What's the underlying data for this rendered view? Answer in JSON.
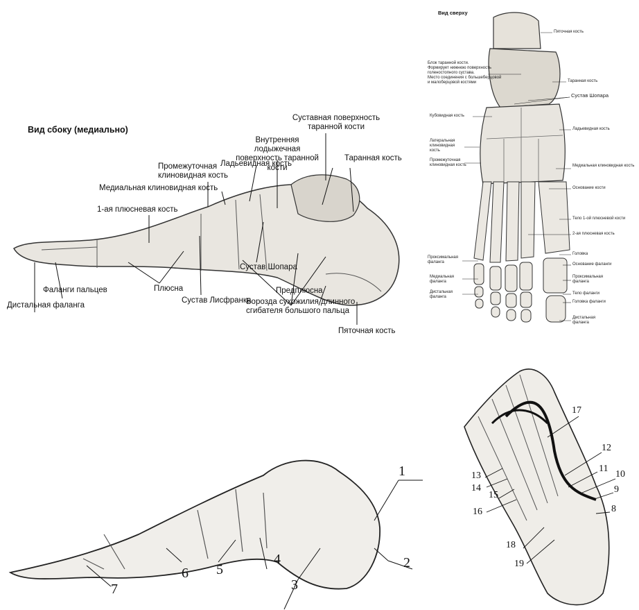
{
  "side_view": {
    "title": "Вид сбоку (медиально)",
    "labels": {
      "articular_surface_talus": "Суставная поверхность таранной кости",
      "inner_malleolar_surface": "Внутренняя лодыжечная поверхность таранной кости",
      "navicular": "Ладьевидная кость",
      "talus": "Таранная кость",
      "intermediate_cuneiform": "Промежуточная клиновидная кость",
      "medial_cuneiform": "Медиальная клиновидная кость",
      "first_metatarsal": "1-ая плюсневая кость",
      "phalanges": "Фаланги пальцев",
      "distal_phalanx": "Дистальная фаланга",
      "metatarsus": "Плюсна",
      "lisfranc_joint": "Сустав Лисфранка",
      "chopart_joint": "Сустав Шопара",
      "tarsus": "Предплюсна",
      "flexor_groove": "Борозда сухожилия длинного сгибателя большого пальца",
      "calcaneus": "Пяточная кость"
    }
  },
  "top_view": {
    "title": "Вид сверху",
    "labels": {
      "calcaneus": "Пяточная кость",
      "talus_block_1": "Блок таранной кости.",
      "talus_block_2": "Формирует нижнюю поверхность",
      "talus_block_3": "голеностопного сустава.",
      "talus_block_4": "Место соединения с большеберцовой",
      "talus_block_5": "и малоберцовой костями",
      "talus": "Таранная кость",
      "chopart_joint": "Сустав Шопара",
      "cuboid": "Кубовидная кость",
      "navicular": "Ладьевидная кость",
      "lateral_cuneiform": "Латеральная клиновидная кость",
      "intermediate_cuneiform": "Промежуточная клиновидная кость",
      "medial_cuneiform": "Медиальная клиновидная кость",
      "bone_base": "Основание кости",
      "first_metatarsal_body": "Тело 1-ой плюсневой кости",
      "second_metatarsal": "2-ая плюсневая кость",
      "head": "Головка",
      "phalanx_base": "Основание фаланги",
      "proximal_phalanx_left": "Проксимальная фаланга",
      "proximal_phalanx_right": "Проксимальная фаланга",
      "middle_phalanx": "Медиальная фаланга",
      "phalanx_body": "Тело фаланги",
      "phalanx_head": "Головка фаланги",
      "distal_phalanx_left": "Дистальная фаланга",
      "distal_phalanx_right": "Дистальная фаланга"
    }
  },
  "lower_left": {
    "numbers": [
      "1",
      "2",
      "3",
      "4",
      "5",
      "6",
      "7"
    ]
  },
  "lower_right": {
    "numbers": [
      "8",
      "9",
      "10",
      "11",
      "12",
      "13",
      "14",
      "15",
      "16",
      "17",
      "18",
      "19"
    ]
  }
}
